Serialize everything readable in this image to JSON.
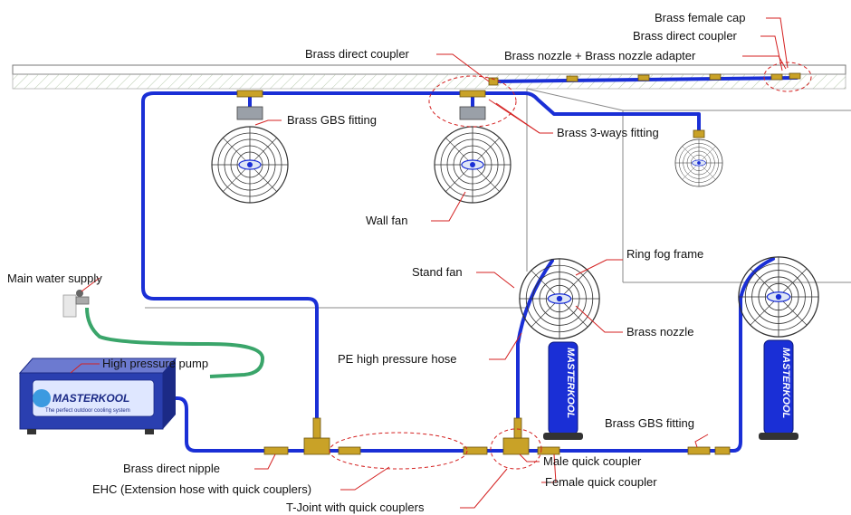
{
  "brand": {
    "logo_text": "MASTERKOOL",
    "tagline": "The perfect outdoor cooling system"
  },
  "colors": {
    "hose": "#1a2fd6",
    "leader": "#d42020",
    "brass": "#c9a227",
    "supply_hose": "#3aa56a",
    "pump_body": "#2a3fb0"
  },
  "labels": {
    "brass_female_cap": "Brass female cap",
    "brass_direct_coupler_top": "Brass direct coupler",
    "brass_direct_coupler_mid": "Brass direct coupler",
    "brass_nozzle_adapter": "Brass nozzle + Brass nozzle adapter",
    "brass_gbs_fitting_top": "Brass GBS fitting",
    "brass_3ways_fitting": "Brass 3-ways fitting",
    "wall_fan": "Wall fan",
    "ring_fog_frame": "Ring fog frame",
    "stand_fan": "Stand fan",
    "main_water_supply": "Main water supply",
    "brass_nozzle": "Brass nozzle",
    "pe_high_pressure_hose": "PE high pressure hose",
    "high_pressure_pump": "High pressure pump",
    "brass_gbs_fitting_bottom": "Brass GBS fitting",
    "brass_direct_nipple": "Brass direct nipple",
    "male_quick_coupler": "Male quick coupler",
    "ehc": "EHC (Extension hose with quick couplers)",
    "female_quick_coupler": "Female quick coupler",
    "t_joint": "T-Joint with quick couplers"
  }
}
